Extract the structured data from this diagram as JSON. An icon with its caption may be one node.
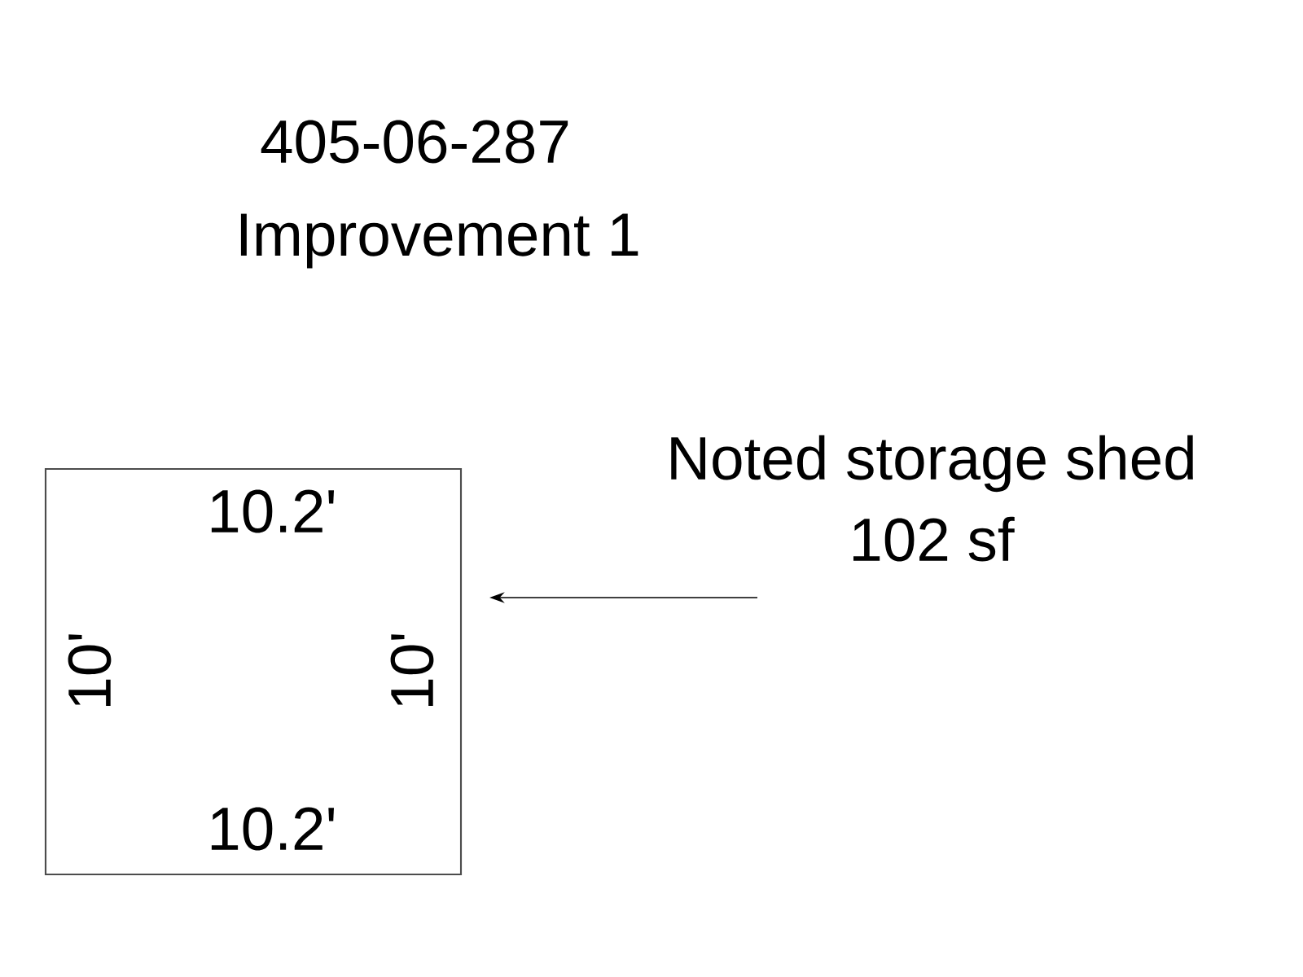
{
  "diagram": {
    "nodes": [
      {
        "text": [],
        "shape": "box"
      },
      {
        "text": [
          "Noted storage shed",
          "102 sf"
        ]
      }
    ],
    "edges": [
      {
        "from": 1,
        "to": 0,
        "arrow": "to"
      }
    ],
    "labels": [
      "405-06-287",
      "Improvement 1",
      "10.2'",
      "10'",
      "10'",
      "10.2'"
    ]
  }
}
